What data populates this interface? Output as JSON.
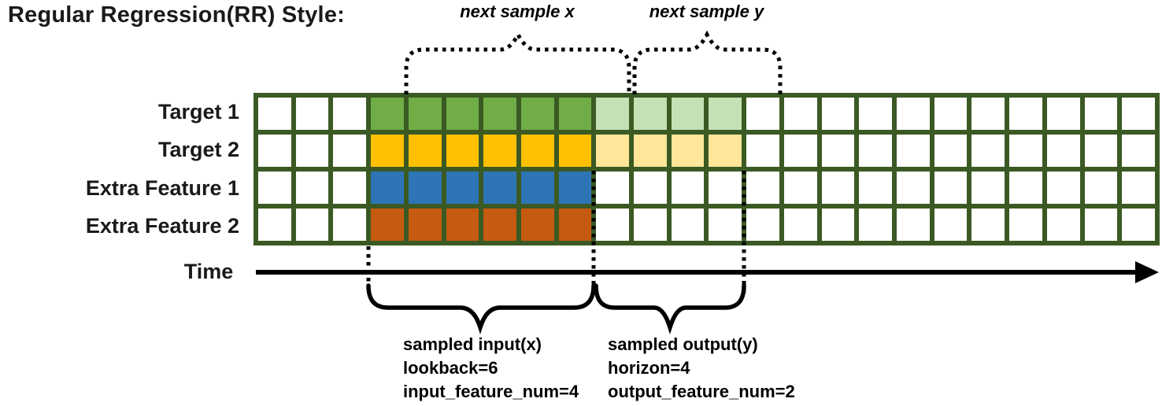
{
  "title": "Regular Regression(RR) Style:",
  "top_labels": {
    "next_sample_x": "next sample x",
    "next_sample_y": "next sample y"
  },
  "time_label": "Time",
  "grid": {
    "columns": 24,
    "lookback": 6,
    "horizon": 4,
    "input_start_col": 4,
    "output_start_col": 10,
    "border_color": "#3b5a23",
    "empty_color": "#ffffff",
    "rows": [
      {
        "label": "Target 1",
        "input_color": "#70ad47",
        "output_color": "#c5e0b4"
      },
      {
        "label": "Target 2",
        "input_color": "#ffc000",
        "output_color": "#ffe699"
      },
      {
        "label": "Extra Feature 1",
        "input_color": "#2e75b6",
        "output_color": null
      },
      {
        "label": "Extra Feature 2",
        "input_color": "#c55a11",
        "output_color": null
      }
    ]
  },
  "annotations": {
    "input": [
      "sampled input(x)",
      "lookback=6",
      "input_feature_num=4"
    ],
    "output": [
      "sampled output(y)",
      "horizon=4",
      "output_feature_num=2"
    ]
  },
  "colors": {
    "line": "#000000"
  }
}
